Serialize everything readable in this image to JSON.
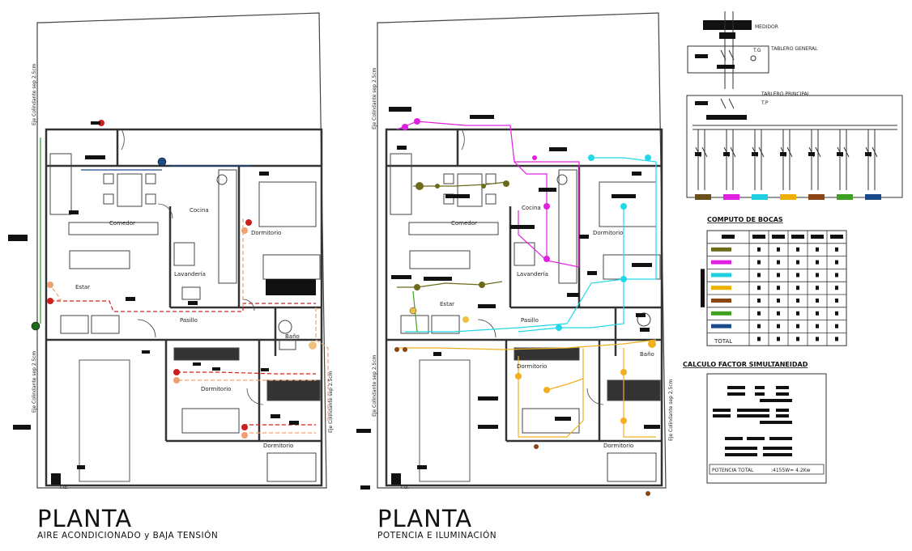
{
  "left_plan": {
    "title": "PLANTA",
    "subtitle": "AIRE ACONDICIONADO y BAJA TENSIÓN",
    "rooms": {
      "comedor": "Comedor",
      "cocina": "Cocina",
      "estar": "Estar",
      "lavanderia": "Lavandería",
      "dormitorio1": "Dormitorio",
      "pasillo": "Pasillo",
      "bano": "Baño",
      "dormitorio2": "Dormitorio",
      "dormitorio3": "Dormitorio"
    },
    "axis_labels": {
      "top_left": "Eje Colindante sep 2.5cm",
      "bottom_left": "Eje Colindante sep 2.5cm",
      "right": "Eje Colindante sep 2.5cm"
    },
    "tg_label": "T.G."
  },
  "right_plan": {
    "title": "PLANTA",
    "subtitle": "POTENCIA E ILUMINACIÓN",
    "rooms": {
      "comedor": "Comedor",
      "cocina": "Cocina",
      "estar": "Estar",
      "lavanderia": "Lavandería",
      "dormitorio1": "Dormitorio",
      "pasillo": "Pasillo",
      "bano": "Baño",
      "dormitorio2": "Dormitorio",
      "dormitorio3": "Dormitorio"
    },
    "axis_labels": {
      "top_left": "Eje Colindante sep 2.5cm",
      "bottom_left": "Eje Colindante sep 2.5cm",
      "right": "Eje Colindante sep 2.5cm"
    },
    "tg_label": "T.G."
  },
  "diagram": {
    "medidor": "MEDIDOR",
    "tablero_general": "TABLERO GENERAL",
    "tg": "T.G",
    "tablero_principal": "TABLERO PRINCIPAL",
    "tp": "T.P",
    "circuit_colors": [
      "#6b4e1a",
      "#e020e0",
      "#20d0e0",
      "#f0b000",
      "#8b4513",
      "#40a020",
      "#1a4a8a"
    ]
  },
  "computo": {
    "title": "COMPUTO DE BOCAS",
    "rows": [
      {
        "color": "#6b6b1a"
      },
      {
        "color": "#e020e0"
      },
      {
        "color": "#20d0e0"
      },
      {
        "color": "#f0b000"
      },
      {
        "color": "#8b4513"
      },
      {
        "color": "#40a020"
      },
      {
        "color": "#1a4a8a"
      }
    ],
    "total_label": "TOTAL"
  },
  "calculo": {
    "title": "CALCULO FACTOR SIMULTANEIDAD",
    "potencia_label": "POTENCIA TOTAL",
    "potencia_value": ":4155W= 4.2Kw"
  },
  "colors": {
    "wall": "#333333",
    "red": "#cc2020",
    "dashed_red": "#d04040",
    "peach": "#f0a070",
    "magenta": "#e020e0",
    "cyan": "#20d8e8",
    "yellow": "#f0b020",
    "olive": "#6b6b1a",
    "green": "#20a020",
    "darkblue": "#1a4a8a"
  }
}
